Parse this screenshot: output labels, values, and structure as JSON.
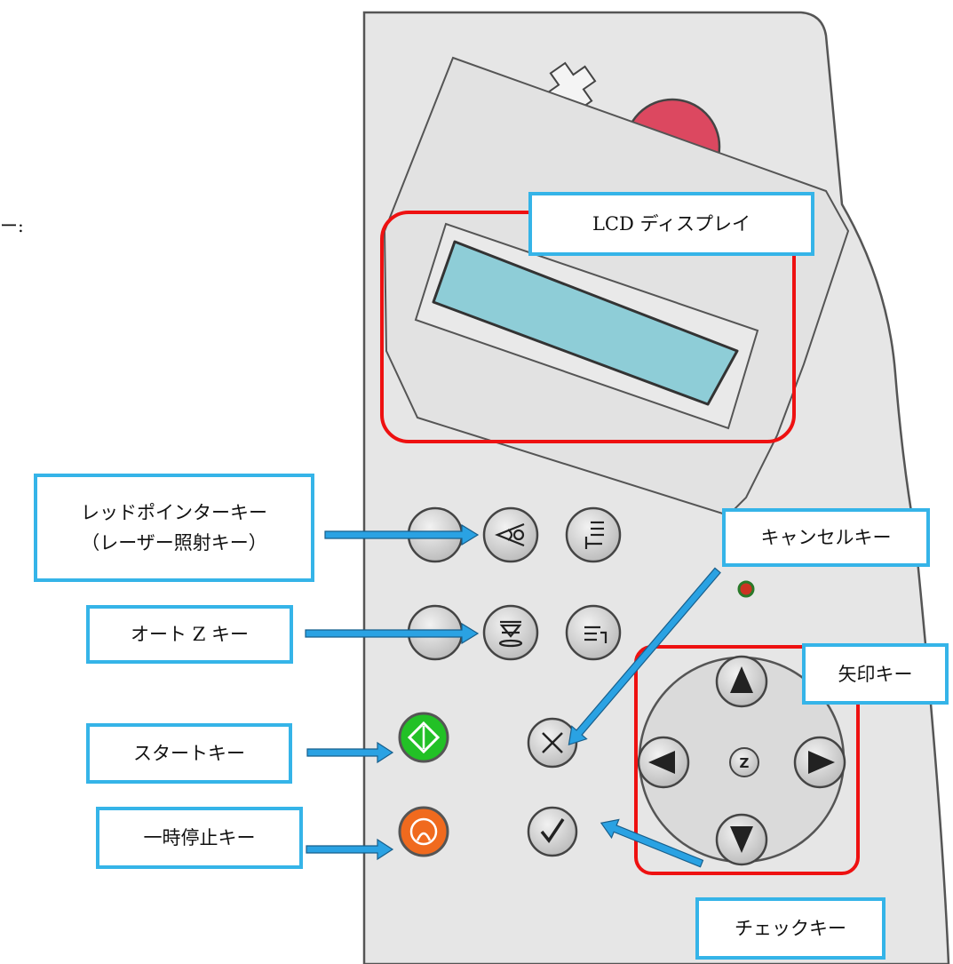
{
  "partial_label": "ー:",
  "colors": {
    "panel_fill": "#e6e6e6",
    "panel_stroke": "#555555",
    "lcd_screen": "#8ecdd7",
    "emergency_stop": "#dc4860",
    "start_key": "#22c126",
    "pause_key": "#f06a1e",
    "key_fill": "#cfcfcf",
    "highlight_box": "#ee1111",
    "callout_border": "#35b4e8",
    "arrow_fill": "#2aa2e3",
    "arrow_stroke": "#185f8c"
  },
  "callouts": {
    "lcd_display": "LCD ディスプレイ",
    "red_pointer_line1": "レッドポインターキー",
    "red_pointer_line2": "（レーザー照射キー）",
    "cancel_key": "キャンセルキー",
    "auto_z_key": "オート Z キー",
    "arrow_keys": "矢印キー",
    "start_key": "スタートキー",
    "pause_key": "一時停止キー",
    "check_key": "チェックキー"
  },
  "icons": {
    "cross": "cross-outline-icon",
    "emergency_stop": "emergency-stop-button",
    "red_pointer": "laser-eye-icon",
    "auto_z": "auto-z-icon",
    "start": "start-diamond-icon",
    "pause": "pause-icon",
    "cancel": "x-icon",
    "check": "checkmark-icon",
    "z_center": "Z"
  }
}
